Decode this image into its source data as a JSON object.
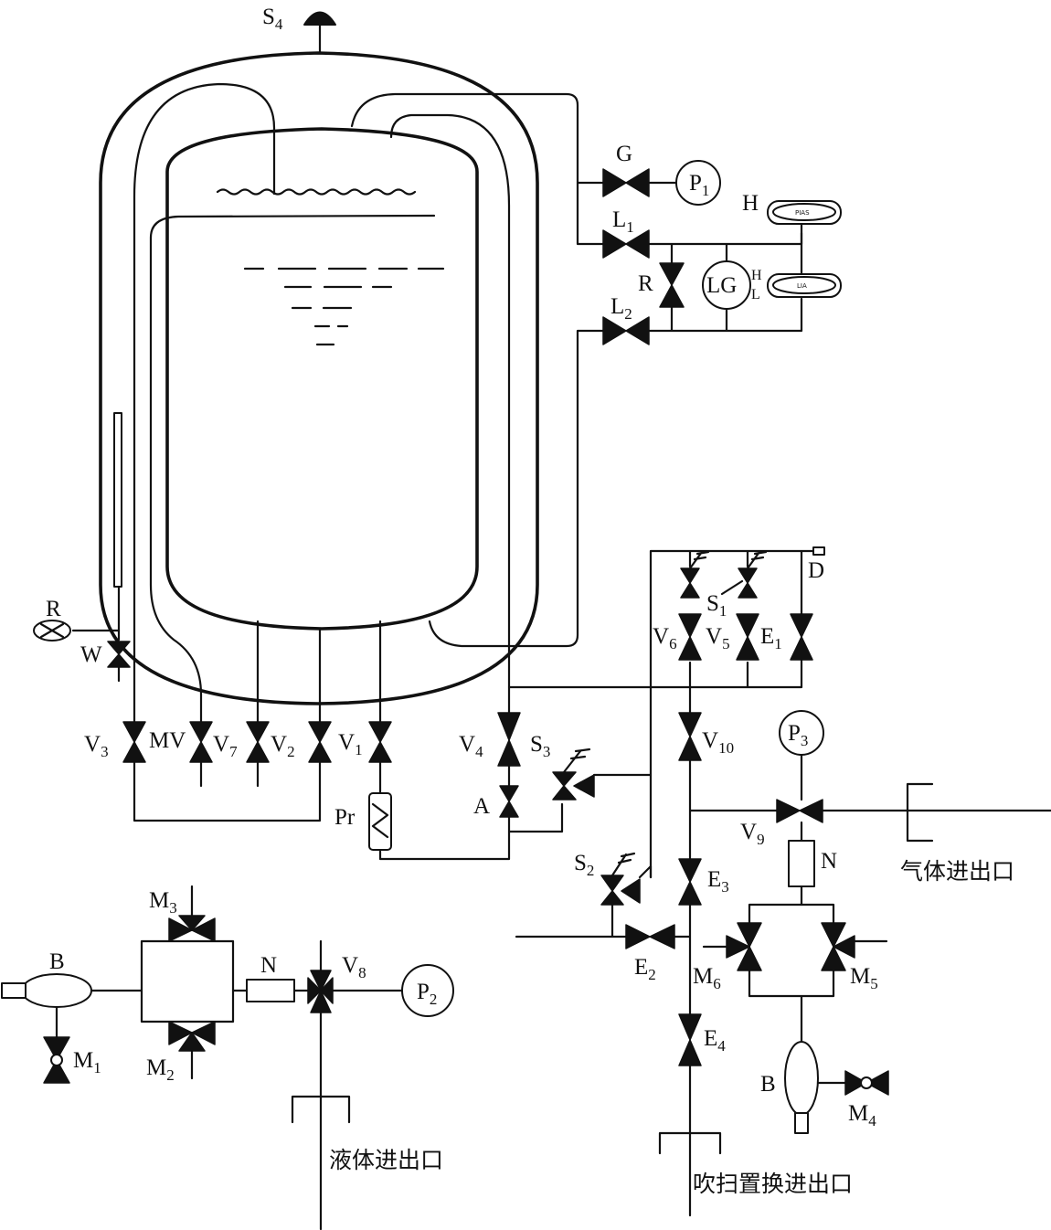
{
  "labels": {
    "S4": "S4",
    "G": "G",
    "P1": "P1",
    "H": "H",
    "L1": "L1",
    "R_level": "R",
    "LG": "LG",
    "H_small": "H",
    "L_small": "L",
    "L2": "L2",
    "gauge_text_top": "PIAS",
    "gauge_text_mid": "LIA",
    "R_left": "R",
    "W": "W",
    "V3": "V3",
    "MV": "MV",
    "V7": "V7",
    "V2": "V2",
    "V1": "V1",
    "V4": "V4",
    "S3": "S3",
    "A": "A",
    "Pr": "Pr",
    "D": "D",
    "S1": "S1",
    "V6": "V6",
    "V5": "V5",
    "E1": "E1",
    "V10": "V10",
    "P3": "P3",
    "V9": "V9",
    "N_right": "N",
    "S2": "S2",
    "E3": "E3",
    "E2": "E2",
    "M6": "M6",
    "M5": "M5",
    "E4": "E4",
    "B_right": "B",
    "M4": "M4",
    "M3": "M3",
    "B_left": "B",
    "M1": "M1",
    "M2": "M2",
    "N_left": "N",
    "V8": "V8",
    "P2": "P2"
  },
  "ports": {
    "gas": "气体进出口",
    "liquid": "液体进出口",
    "purge": "吹扫置换进出口"
  }
}
